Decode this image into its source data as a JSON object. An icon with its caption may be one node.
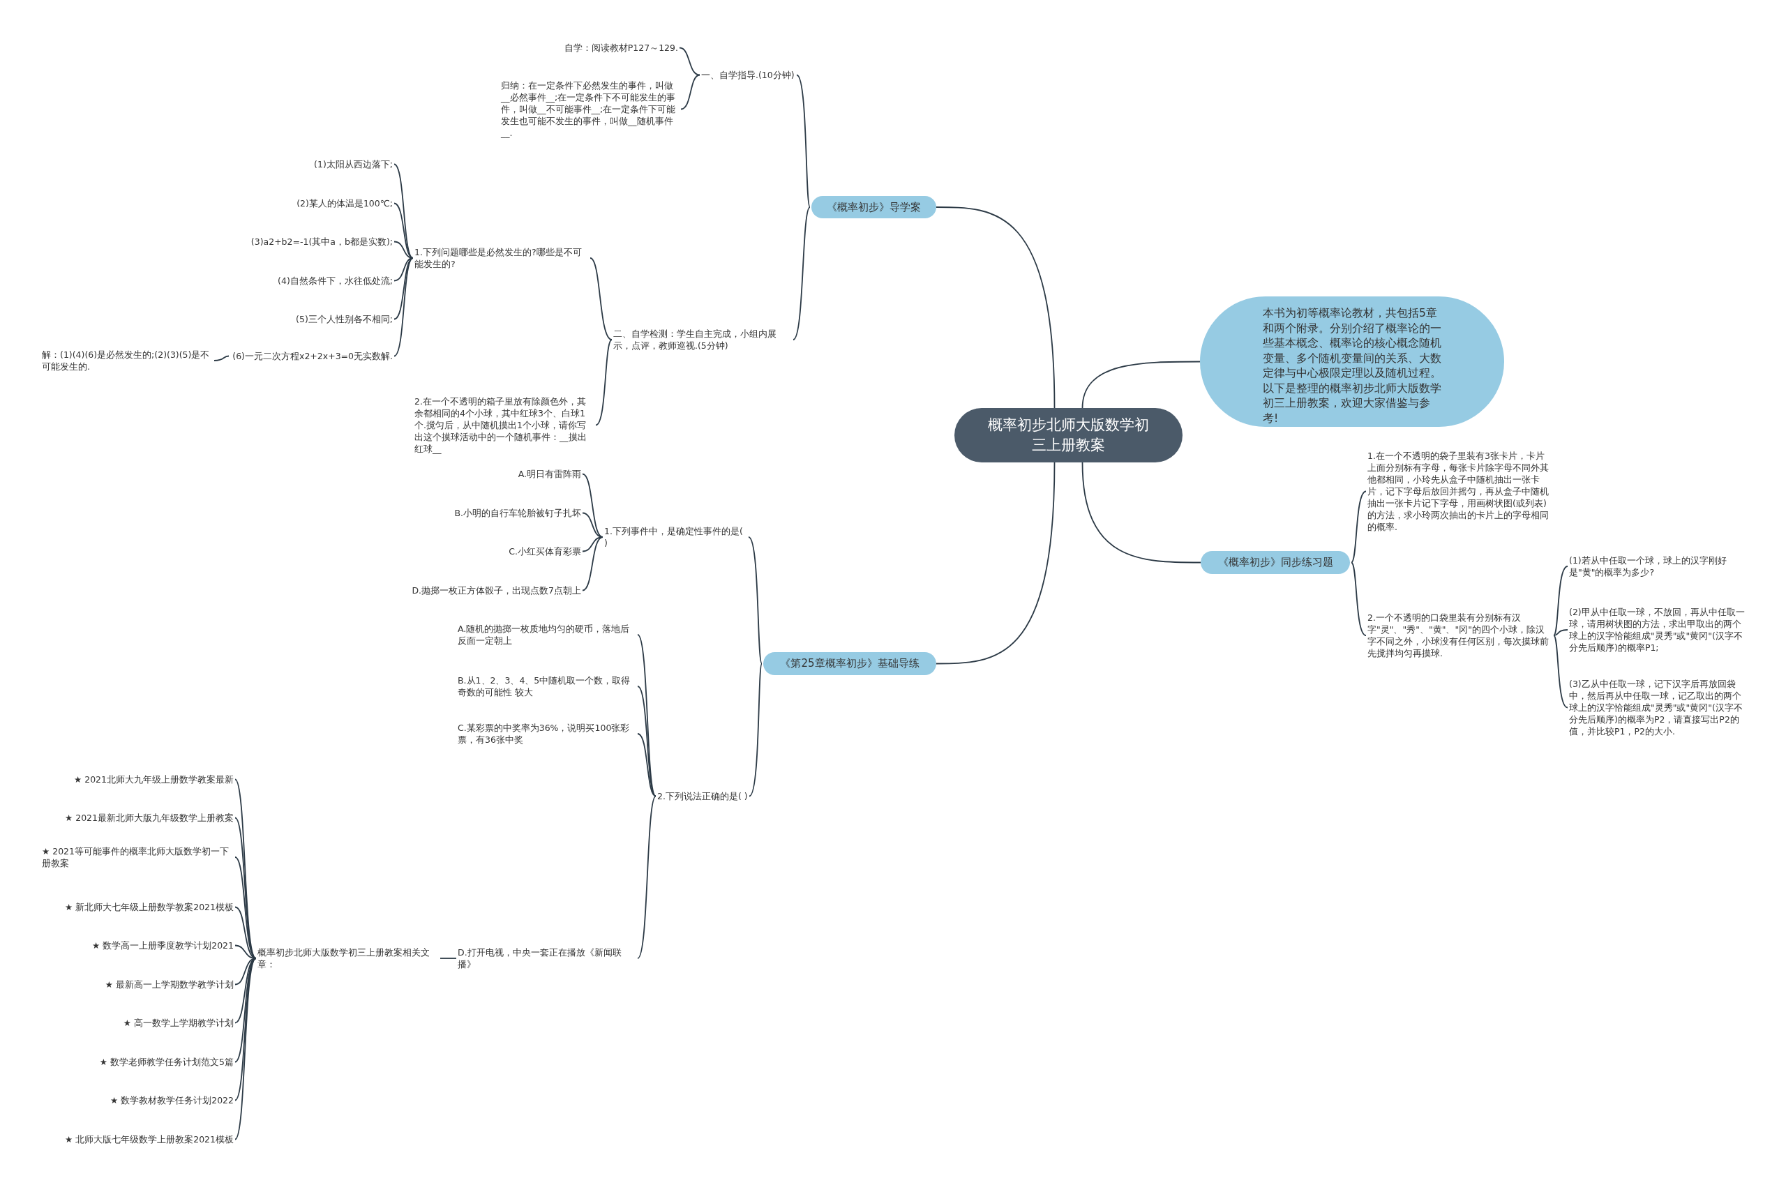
{
  "diagram": {
    "nodes": [
      {
        "text": [
          "概率初步北师大版数学初三上册教案"
        ]
      },
      {
        "text": [
          "本书为初等概率论教材，共包括5章和两个附录。分别介绍了概率论的一些基本概念、概率论的核心概念随机变量、多个随机变量间的关系、大数定律与中心极限定理以及随机过程。以下是整理的概率初步北师大版数学初三上册教案，欢迎大家借鉴与参考!"
        ]
      },
      {
        "text": [
          "《概率初步》导学案"
        ]
      },
      {
        "text": [
          "一、自学指导.(10分钟)"
        ]
      },
      {
        "text": [
          "自学：阅读教材P127～129."
        ]
      },
      {
        "text": [
          "归纳：在一定条件下必然发生的事件，叫做__必然事件__;在一定条件下不可能发生的事件，叫做__不可能事件__;在一定条件下可能发生也可能不发生的事件，叫做__随机事件__."
        ]
      },
      {
        "text": [
          "二、自学检测：学生自主完成，小组内展示，点评，教师巡视.(5分钟)"
        ]
      },
      {
        "text": [
          "1.下列问题哪些是必然发生的?哪些是不可能发生的?"
        ]
      },
      {
        "text": [
          "(1)太阳从西边落下;"
        ]
      },
      {
        "text": [
          "(2)某人的体温是100℃;"
        ]
      },
      {
        "text": [
          "(3)a2+b2=-1(其中a，b都是实数);"
        ]
      },
      {
        "text": [
          "(4)自然条件下，水往低处流;"
        ]
      },
      {
        "text": [
          "(5)三个人性别各不相同;"
        ]
      },
      {
        "text": [
          "(6)一元二次方程x2+2x+3=0无实数解."
        ]
      },
      {
        "text": [
          "解：(1)(4)(6)是必然发生的;(2)(3)(5)是不可能发生的."
        ]
      },
      {
        "text": [
          "2.在一个不透明的箱子里放有除颜色外，其余都相同的4个小球，其中红球3个、白球1个.搅匀后，从中随机摸出1个小球，请你写出这个摸球活动中的一个随机事件：__摸出红球__"
        ]
      },
      {
        "text": [
          "《第25章概率初步》基础导练"
        ]
      },
      {
        "text": [
          "1.下列事件中，是确定性事件的是( )"
        ]
      },
      {
        "text": [
          "A.明日有雷阵雨"
        ]
      },
      {
        "text": [
          "B.小明的自行车轮胎被钉子扎坏"
        ]
      },
      {
        "text": [
          "C.小红买体育彩票"
        ]
      },
      {
        "text": [
          "D.抛掷一枚正方体骰子，出现点数7点朝上"
        ]
      },
      {
        "text": [
          "2.下列说法正确的是( )"
        ]
      },
      {
        "text": [
          "A.随机的抛掷一枚质地均匀的硬币，落地后反面一定朝上"
        ]
      },
      {
        "text": [
          "B.从1、2、3、4、5中随机取一个数，取得奇数的可能性 较大"
        ]
      },
      {
        "text": [
          "C.某彩票的中奖率为36%，说明买100张彩票，有36张中奖"
        ]
      },
      {
        "text": [
          "D.打开电视，中央一套正在播放《新闻联播》"
        ]
      },
      {
        "text": [
          "概率初步北师大版数学初三上册教案相关文章："
        ]
      },
      {
        "text": [
          "★ 2021北师大九年级上册数学教案最新"
        ]
      },
      {
        "text": [
          "★ 2021最新北师大版九年级数学上册教案"
        ]
      },
      {
        "text": [
          "★ 2021等可能事件的概率北师大版数学初一下册教案"
        ]
      },
      {
        "text": [
          "★ 新北师大七年级上册数学教案2021模板"
        ]
      },
      {
        "text": [
          "★ 数学高一上册季度教学计划2021"
        ]
      },
      {
        "text": [
          "★ 最新高一上学期数学教学计划"
        ]
      },
      {
        "text": [
          "★ 高一数学上学期教学计划"
        ]
      },
      {
        "text": [
          "★ 数学老师教学任务计划范文5篇"
        ]
      },
      {
        "text": [
          "★ 数学教材教学任务计划2022"
        ]
      },
      {
        "text": [
          "★ 北师大版七年级数学上册教案2021模板"
        ]
      },
      {
        "text": [
          "《概率初步》同步练习题"
        ]
      },
      {
        "text": [
          "1.在一个不透明的袋子里装有3张卡片，卡片上面分别标有字母，每张卡片除字母不同外其他都相同，小玲先从盒子中随机抽出一张卡片，记下字母后放回并摇匀，再从盒子中随机抽出一张卡片记下字母，用画树状图(或列表)的方法，求小玲两次抽出的卡片上的字母相同的概率."
        ]
      },
      {
        "text": [
          "2.一个不透明的口袋里装有分别标有汉字\"灵\"、\"秀\"、\"黄\"、\"冈\"的四个小球，除汉字不同之外，小球没有任何区别，每次摸球前先搅拌均匀再摸球."
        ]
      },
      {
        "text": [
          "(1)若从中任取一个球，球上的汉字刚好是\"黄\"的概率为多少?"
        ]
      },
      {
        "text": [
          "(2)甲从中任取一球，不放回，再从中任取一球，请用树状图的方法，求出甲取出的两个球上的汉字恰能组成\"灵秀\"或\"黄冈\"(汉字不分先后顺序)的概率P1;"
        ]
      },
      {
        "text": [
          "(3)乙从中任取一球，记下汉字后再放回袋中，然后再从中任取一球，记乙取出的两个球上的汉字恰能组成\"灵秀\"或\"黄冈\"(汉字不分先后顺序)的概率为P2，请直接写出P2的值，并比较P1，P2的大小."
        ]
      }
    ],
    "edges": [
      {
        "from": 0,
        "to": 1,
        "arrow": "none"
      },
      {
        "from": 0,
        "to": 2,
        "arrow": "none"
      },
      {
        "from": 2,
        "to": 3,
        "arrow": "none"
      },
      {
        "from": 3,
        "to": 4,
        "arrow": "none"
      },
      {
        "from": 3,
        "to": 5,
        "arrow": "none"
      },
      {
        "from": 2,
        "to": 6,
        "arrow": "none"
      },
      {
        "from": 6,
        "to": 7,
        "arrow": "none"
      },
      {
        "from": 7,
        "to": 8,
        "arrow": "none"
      },
      {
        "from": 7,
        "to": 9,
        "arrow": "none"
      },
      {
        "from": 7,
        "to": 10,
        "arrow": "none"
      },
      {
        "from": 7,
        "to": 11,
        "arrow": "none"
      },
      {
        "from": 7,
        "to": 12,
        "arrow": "none"
      },
      {
        "from": 7,
        "to": 13,
        "arrow": "none"
      },
      {
        "from": 13,
        "to": 14,
        "arrow": "none"
      },
      {
        "from": 6,
        "to": 15,
        "arrow": "none"
      },
      {
        "from": 0,
        "to": 16,
        "arrow": "none"
      },
      {
        "from": 16,
        "to": 17,
        "arrow": "none"
      },
      {
        "from": 17,
        "to": 18,
        "arrow": "none"
      },
      {
        "from": 17,
        "to": 19,
        "arrow": "none"
      },
      {
        "from": 17,
        "to": 20,
        "arrow": "none"
      },
      {
        "from": 17,
        "to": 21,
        "arrow": "none"
      },
      {
        "from": 16,
        "to": 22,
        "arrow": "none"
      },
      {
        "from": 22,
        "to": 23,
        "arrow": "none"
      },
      {
        "from": 22,
        "to": 24,
        "arrow": "none"
      },
      {
        "from": 22,
        "to": 25,
        "arrow": "none"
      },
      {
        "from": 22,
        "to": 26,
        "arrow": "none"
      },
      {
        "from": 26,
        "to": 27,
        "arrow": "none"
      },
      {
        "from": 27,
        "to": 28,
        "arrow": "none"
      },
      {
        "from": 27,
        "to": 29,
        "arrow": "none"
      },
      {
        "from": 27,
        "to": 30,
        "arrow": "none"
      },
      {
        "from": 27,
        "to": 31,
        "arrow": "none"
      },
      {
        "from": 27,
        "to": 32,
        "arrow": "none"
      },
      {
        "from": 27,
        "to": 33,
        "arrow": "none"
      },
      {
        "from": 27,
        "to": 34,
        "arrow": "none"
      },
      {
        "from": 27,
        "to": 35,
        "arrow": "none"
      },
      {
        "from": 27,
        "to": 36,
        "arrow": "none"
      },
      {
        "from": 27,
        "to": 37,
        "arrow": "none"
      },
      {
        "from": 0,
        "to": 38,
        "arrow": "none"
      },
      {
        "from": 38,
        "to": 39,
        "arrow": "none"
      },
      {
        "from": 38,
        "to": 40,
        "arrow": "none"
      },
      {
        "from": 40,
        "to": 41,
        "arrow": "none"
      },
      {
        "from": 40,
        "to": 42,
        "arrow": "none"
      },
      {
        "from": 40,
        "to": 43,
        "arrow": "none"
      }
    ]
  }
}
